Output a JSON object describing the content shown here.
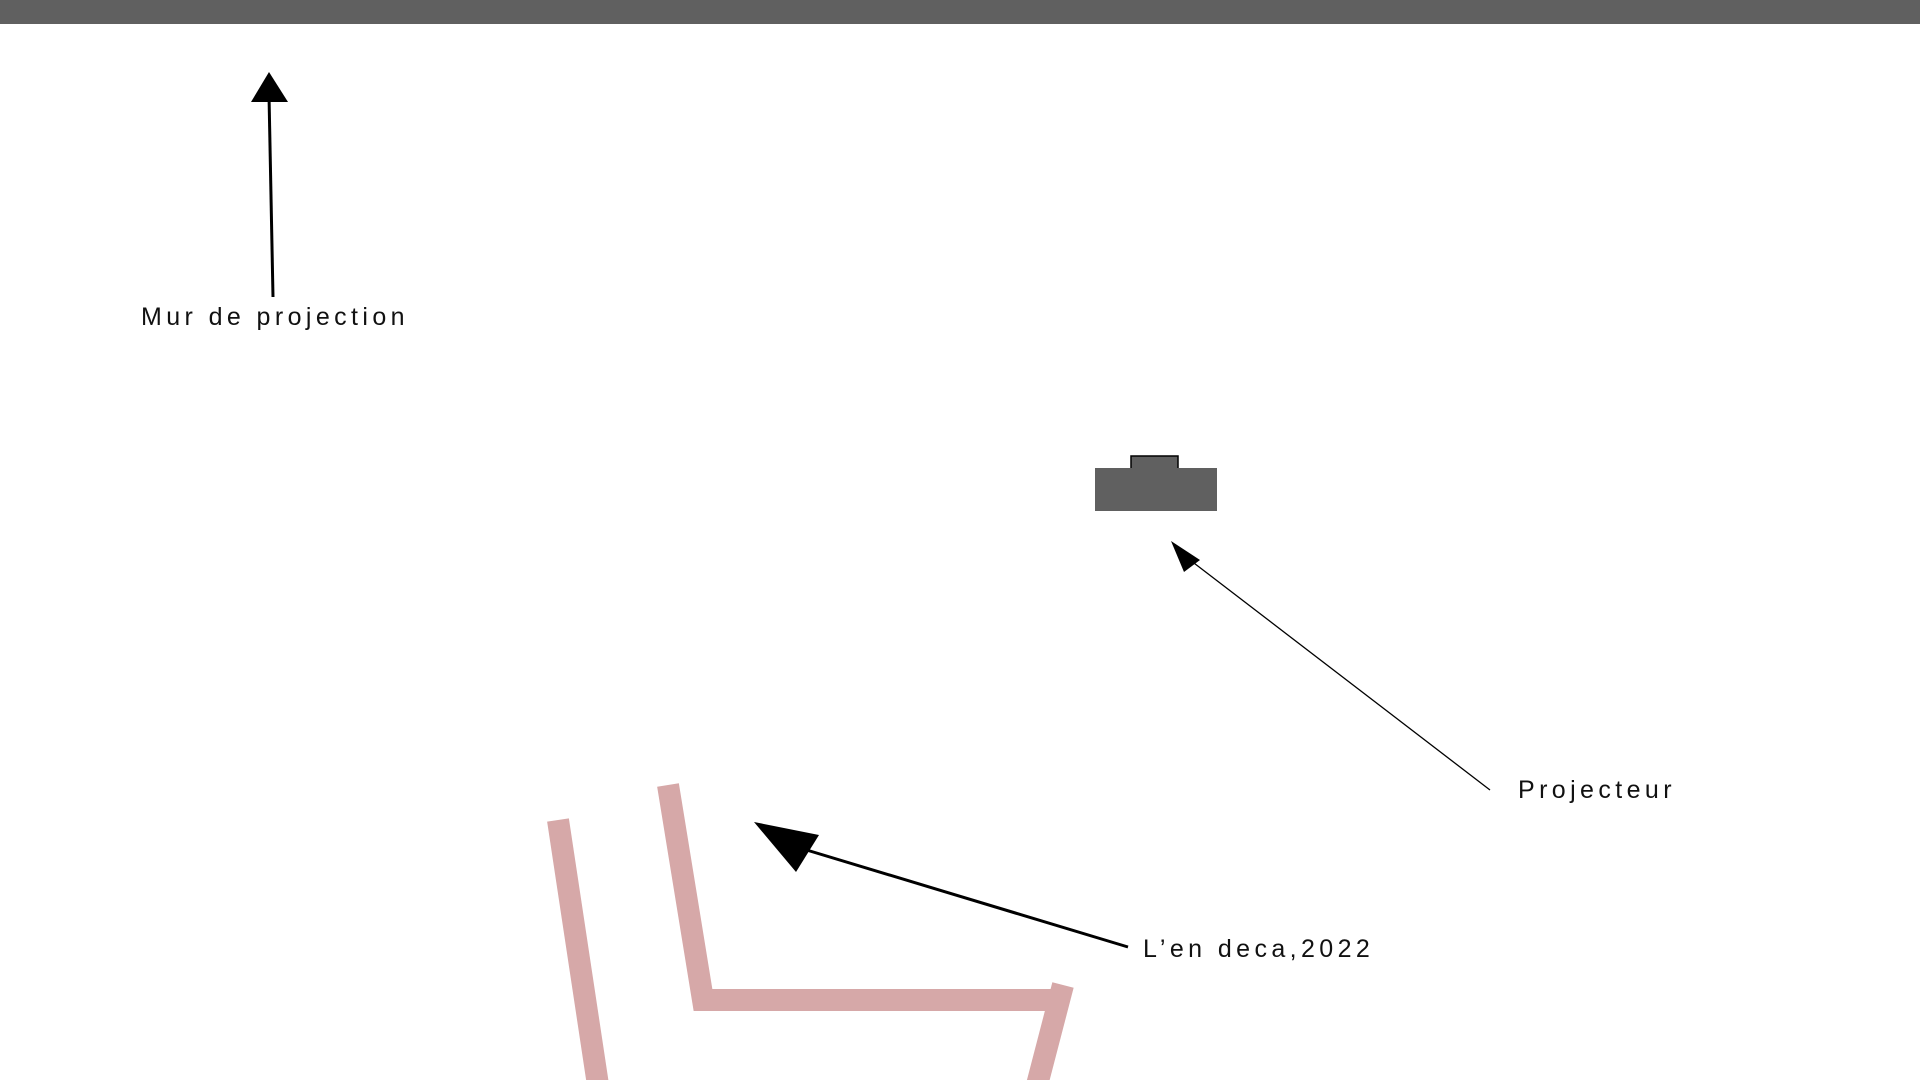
{
  "labels": {
    "wall": "Mur de projection",
    "projector": "Projecteur",
    "artwork": "L’en deca,2022"
  },
  "colors": {
    "wall": "#606060",
    "projector": "#606060",
    "artwork": "#d6a8a8",
    "arrow": "#000000",
    "text": "#111111"
  }
}
